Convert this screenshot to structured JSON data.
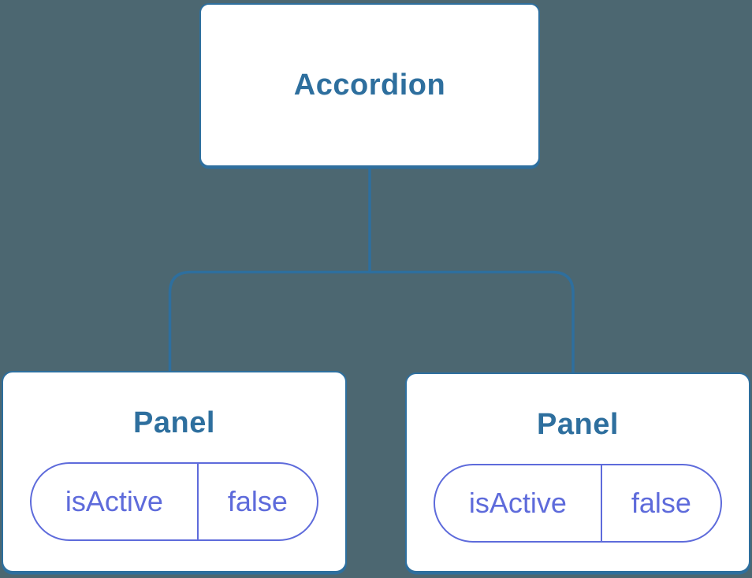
{
  "diagram": {
    "colors": {
      "background": "#4C6771",
      "node_border": "#2E6F9E",
      "node_fill": "#FFFFFF",
      "pill_accent": "#5E6BDB"
    },
    "root": {
      "label": "Accordion"
    },
    "panels": [
      {
        "label": "Panel",
        "state": {
          "key": "isActive",
          "value": "false"
        }
      },
      {
        "label": "Panel",
        "state": {
          "key": "isActive",
          "value": "false"
        }
      }
    ]
  }
}
